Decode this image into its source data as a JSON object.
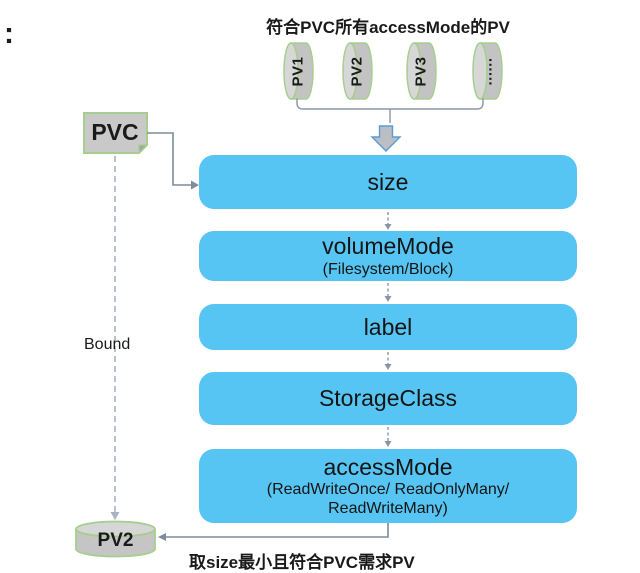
{
  "page": {
    "colon_marker": ":"
  },
  "top_caption": "符合PVC所有accessMode的PV",
  "pv_cylinders": [
    {
      "label": "PV1"
    },
    {
      "label": "PV2"
    },
    {
      "label": "PV3"
    },
    {
      "label": "......"
    }
  ],
  "pvc_box": {
    "label": "PVC"
  },
  "bound_label": "Bound",
  "criteria_boxes": [
    {
      "title": "size"
    },
    {
      "title": "volumeMode",
      "subtitle": "(Filesystem/Block)"
    },
    {
      "title": "label"
    },
    {
      "title": "StorageClass"
    },
    {
      "title": "accessMode",
      "subtitle": "(ReadWriteOnce/ ReadOnlyMany/",
      "subtitle2": "ReadWriteMany)"
    }
  ],
  "result_cylinder": {
    "label": "PV2"
  },
  "bottom_caption": "取size最小且符合PVC需求PV",
  "colors": {
    "criteria_box_blue": "#56C5F3",
    "cylinder_body_gray": "#C3C3C3",
    "cylinder_face_gray": "#D7D7D7",
    "shape_border_green": "#A6CE8E",
    "connector_gray": "#7F8B9B",
    "dashed_arrow_gray": "#8A96A6",
    "bound_dash_gray": "#A9B3C2",
    "block_arrow_fill": "#BBBEC2",
    "block_arrow_border": "#5B9BD5",
    "text_black": "#1A1A1A"
  }
}
